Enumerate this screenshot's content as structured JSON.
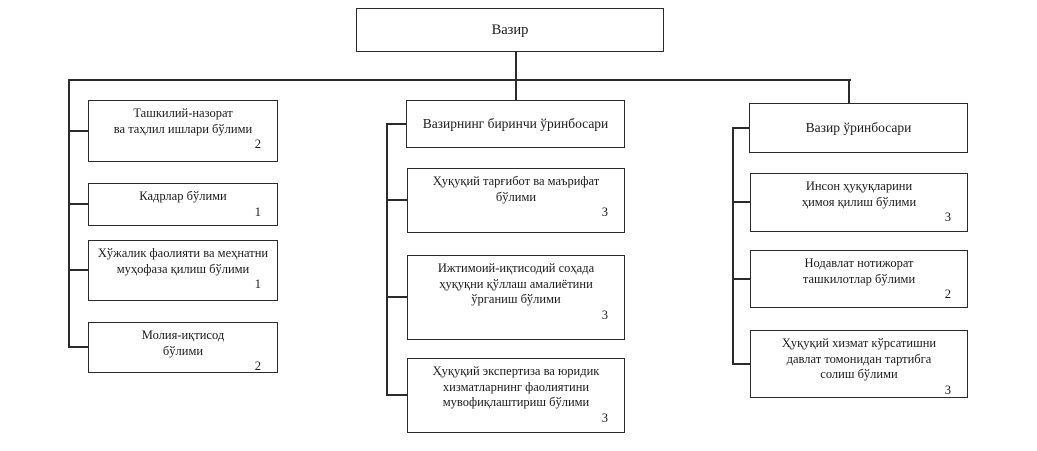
{
  "root": {
    "title": "Вазир"
  },
  "columns": {
    "left": {
      "boxes": [
        {
          "title": "Ташкилий-назорат\nва таҳлил ишлари бўлими",
          "count": "2"
        },
        {
          "title": "Кадрлар бўлими",
          "count": "1"
        },
        {
          "title": "Хўжалик фаолияти ва меҳнатни\nмуҳофаза қилиш бўлими",
          "count": "1"
        },
        {
          "title": "Молия-иқтисод\nбўлими",
          "count": "2"
        }
      ]
    },
    "middle": {
      "header": "Вазирнинг биринчи ўринбосари",
      "boxes": [
        {
          "title": "Ҳуқуқий тарғибот ва маърифат\nбўлими",
          "count": "3"
        },
        {
          "title": "Ижтимоий-иқтисодий соҳада\nҳуқуқни қўллаш амалиётини\nўрганиш бўлими",
          "count": "3"
        },
        {
          "title": "Ҳуқуқий экспертиза ва юридик\nхизматларнинг фаолиятини\nмувофиқлаштириш бўлими",
          "count": "3"
        }
      ]
    },
    "right": {
      "header": "Вазир ўринбосари",
      "boxes": [
        {
          "title": "Инсон ҳуқуқларини\nҳимоя қилиш бўлими",
          "count": "3"
        },
        {
          "title": "Нодавлат нотижорат\nташкилотлар бўлими",
          "count": "2"
        },
        {
          "title": "Ҳуқуқий хизмат кўрсатишни\nдавлат томонидан тартибга\nсолиш бўлими",
          "count": "3"
        }
      ]
    }
  },
  "colors": {
    "line": "#2b2b2b",
    "background": "#ffffff"
  }
}
